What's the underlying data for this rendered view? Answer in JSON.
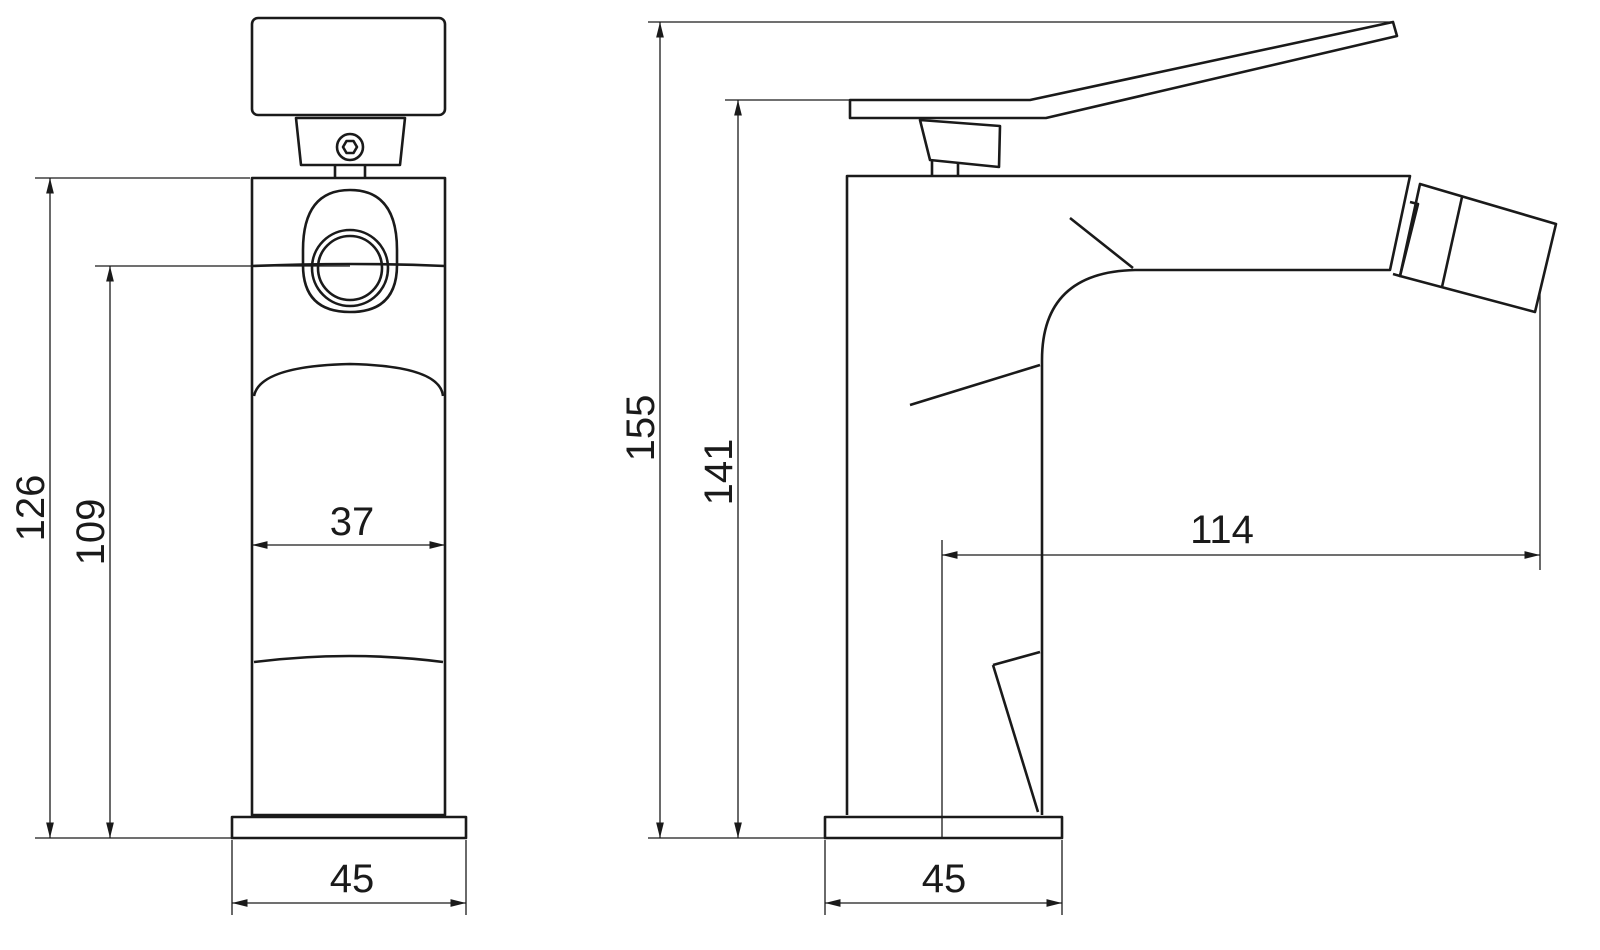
{
  "drawing": {
    "front_view": {
      "height_total": "126",
      "height_outlet": "109",
      "body_width": "37",
      "base_width": "45"
    },
    "side_view": {
      "height_handle": "155",
      "height_top": "141",
      "spout_reach": "114",
      "base_width": "45"
    },
    "colors": {
      "line": "#1a1a1a",
      "background": "#ffffff"
    }
  }
}
